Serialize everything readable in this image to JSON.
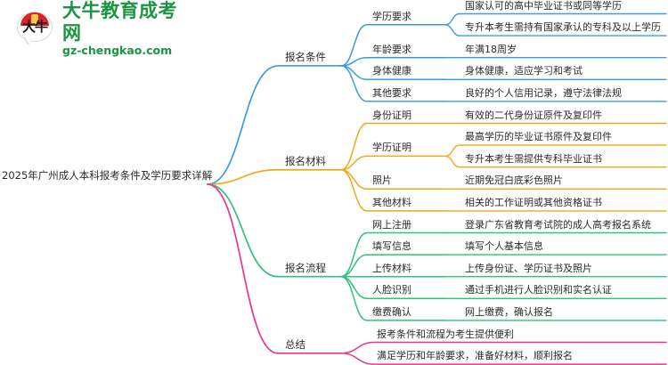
{
  "logo": {
    "mark_text": "大牛",
    "name_cn": "大牛教育成考网",
    "url": "gz-chengkao.com",
    "brand_green": "#1a9641",
    "brand_red": "#d9252a"
  },
  "mindmap": {
    "root": {
      "label": "2025年广州成人本科报考条件及学历要求详解"
    },
    "branches": [
      {
        "label": "报名条件",
        "color": "#3d9ae0",
        "children": [
          {
            "label": "学历要求",
            "children": [
              {
                "label": "国家认可的高中毕业证书或同等学历"
              },
              {
                "label": "专升本考生需持有国家承认的专科及以上学历"
              }
            ]
          },
          {
            "label": "年龄要求",
            "children": [
              {
                "label": "年满18周岁"
              }
            ]
          },
          {
            "label": "身体健康",
            "children": [
              {
                "label": "身体健康，适应学习和考试"
              }
            ]
          },
          {
            "label": "其他要求",
            "children": [
              {
                "label": "良好的个人信用记录，遵守法律法规"
              }
            ]
          }
        ]
      },
      {
        "label": "报名材料",
        "color": "#f0a818",
        "children": [
          {
            "label": "身份证明",
            "children": [
              {
                "label": "有效的二代身份证原件及复印件"
              }
            ]
          },
          {
            "label": "学历证明",
            "children": [
              {
                "label": "最高学历的毕业证书原件及复印件"
              },
              {
                "label": "专升本考生需提供专科毕业证书"
              }
            ]
          },
          {
            "label": "照片",
            "children": [
              {
                "label": "近期免冠白底彩色照片"
              }
            ]
          },
          {
            "label": "其他材料",
            "children": [
              {
                "label": "相关的工作证明或其他资格证书"
              }
            ]
          }
        ]
      },
      {
        "label": "报名流程",
        "color": "#2ec27e",
        "children": [
          {
            "label": "网上注册",
            "children": [
              {
                "label": "登录广东省教育考试院的成人高考报名系统"
              }
            ]
          },
          {
            "label": "填写信息",
            "children": [
              {
                "label": "填写个人基本信息"
              }
            ]
          },
          {
            "label": "上传材料",
            "children": [
              {
                "label": "上传身份证、学历证书及照片"
              }
            ]
          },
          {
            "label": "人脸识别",
            "children": [
              {
                "label": "通过手机进行人脸识别和实名认证"
              }
            ]
          },
          {
            "label": "缴费确认",
            "children": [
              {
                "label": "网上缴费，确认报名"
              }
            ]
          }
        ]
      },
      {
        "label": "总结",
        "color": "#e8368f",
        "children": [
          {
            "label": "报考条件和流程为考生提供便利"
          },
          {
            "label": "满足学历和年龄要求，准备好材料，顺利报名"
          }
        ]
      }
    ]
  }
}
